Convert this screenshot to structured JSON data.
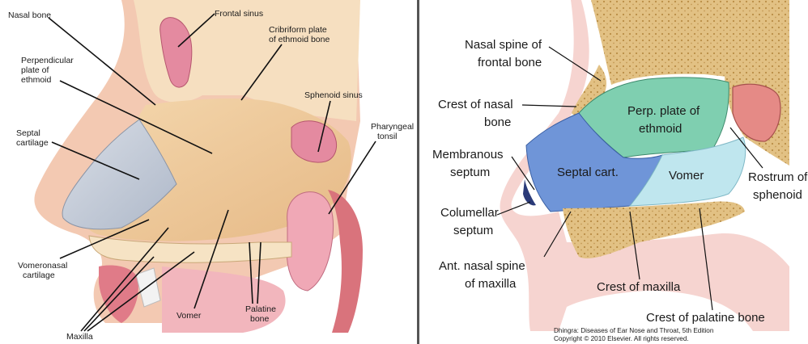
{
  "left_panel": {
    "labels": {
      "nasal_bone": "Nasal bone",
      "frontal_sinus": "Frontal sinus",
      "cribriform_1": "Cribriform plate",
      "cribriform_2": "of ethmoid bone",
      "perp_1": "Perpendicular",
      "perp_2": "plate of",
      "perp_3": "ethmoid",
      "sphenoid_sinus": "Sphenoid sinus",
      "septal_1": "Septal",
      "septal_2": "cartilage",
      "pharyngeal_1": "Pharyngeal",
      "pharyngeal_2": "tonsil",
      "vomeronasal_1": "Vomeronasal",
      "vomeronasal_2": "cartilage",
      "vomer": "Vomer",
      "palatine_1": "Palatine",
      "palatine_2": "bone",
      "maxilla": "Maxilla"
    }
  },
  "right_panel": {
    "labels": {
      "nasal_spine_1": "Nasal spine of",
      "nasal_spine_2": "frontal bone",
      "crest_nasal_1": "Crest of nasal",
      "crest_nasal_2": "bone",
      "membranous_1": "Membranous",
      "membranous_2": "septum",
      "columellar_1": "Columellar",
      "columellar_2": "septum",
      "ant_nasal_1": "Ant. nasal spine",
      "ant_nasal_2": "of maxilla",
      "crest_maxilla": "Crest of maxilla",
      "crest_palatine": "Crest of palatine bone",
      "perp_plate_1": "Perp. plate of",
      "perp_plate_2": "ethmoid",
      "septal_cart": "Septal cart.",
      "vomer": "Vomer",
      "rostrum_1": "Rostrum of",
      "rostrum_2": "sphenoid"
    },
    "caption_1": "Dhingra: Diseases of Ear Nose and Throat, 5th Edition",
    "caption_2": "Copyright © 2010 Elsevier. All rights reserved.",
    "colors": {
      "ethmoid": "#7fcfb0",
      "septal_cartilage": "#6f95d8",
      "vomer": "#bfe6ee",
      "bone": "#d9b679",
      "skin": "#f6d4d0"
    }
  }
}
